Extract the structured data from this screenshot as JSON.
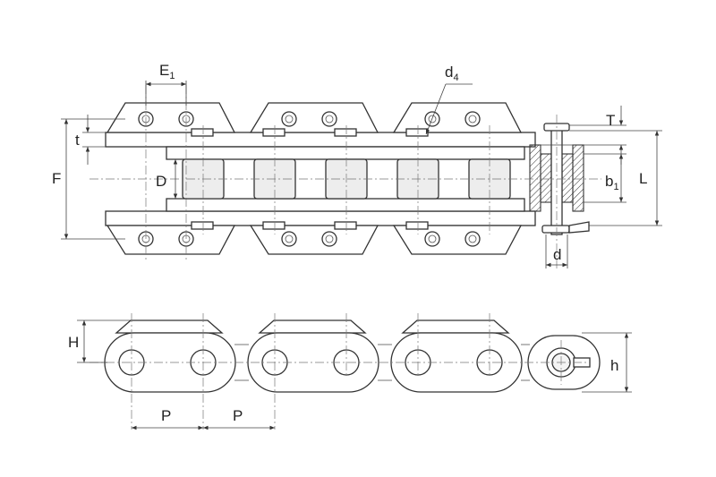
{
  "labels": {
    "E1": {
      "main": "E",
      "sub": "1"
    },
    "d4": {
      "main": "d",
      "sub": "4"
    },
    "T": "T",
    "t": "t",
    "F": "F",
    "D": "D",
    "b1": {
      "main": "b",
      "sub": "1"
    },
    "L": "L",
    "d": "d",
    "H": "H",
    "h": "h",
    "P1": "P",
    "P2": "P"
  },
  "colors": {
    "line": "#333333",
    "background": "#ffffff"
  }
}
